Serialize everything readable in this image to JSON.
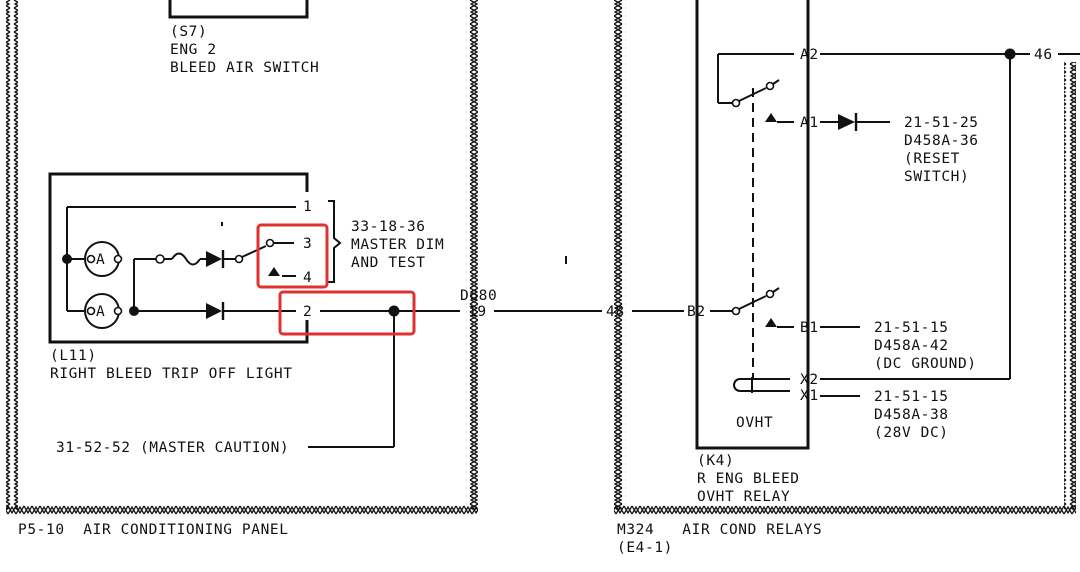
{
  "colors": {
    "ink": "#111111",
    "highlight": "#e03131",
    "background": "#ffffff"
  },
  "panel_p5_10": {
    "label": "P5-10  AIR CONDITIONING PANEL",
    "switch_s7": {
      "ref": "(S7)",
      "line1": "ENG 2",
      "line2": "BLEED AIR SWITCH"
    },
    "light_l11": {
      "ref": "(L11)",
      "name": "RIGHT BLEED TRIP OFF LIGHT",
      "lamp_symbol": "A"
    },
    "pins": {
      "p1": "1",
      "p2": "2",
      "p3": "3",
      "p4": "4"
    },
    "dim_test": {
      "ref": "33-18-36",
      "line1": "MASTER DIM",
      "line2": "AND TEST"
    },
    "master_caution": "31-52-52 (MASTER CAUTION)"
  },
  "wiring": {
    "wire_id": "D680",
    "wire_pin": "19",
    "connector": "48"
  },
  "relays_m324": {
    "label": "M324   AIR COND RELAYS",
    "sublabel": "(E4-1)",
    "pins": {
      "a2": "A2",
      "a1": "A1",
      "b2": "B2",
      "b1": "B1",
      "x2": "X2",
      "x1": "X1"
    },
    "out_46": "46",
    "reset_ref": "21-51-25",
    "reset_wire": "D458A-36",
    "reset_l1": "(RESET",
    "reset_l2": "SWITCH)",
    "ground_ref": "21-51-15",
    "ground_wire": "D458A-42",
    "ground_label": "(DC GROUND)",
    "power_ref": "21-51-15",
    "power_wire": "D458A-38",
    "power_label": "(28V DC)",
    "coil_label": "OVHT",
    "relay_k4": {
      "ref": "(K4)",
      "line1": "R ENG BLEED",
      "line2": "OVHT RELAY"
    }
  }
}
